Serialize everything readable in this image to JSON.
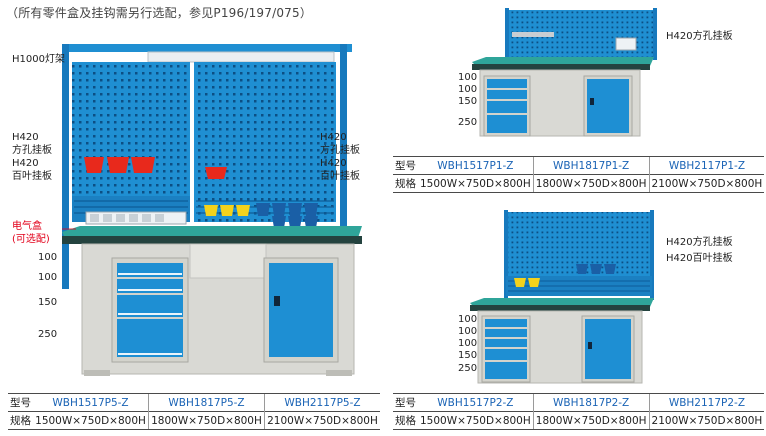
{
  "note": "（所有零件盒及挂钩需另行选配，参见P196/197/075）",
  "left_panel": {
    "lamp_label": "H1000灯架",
    "left_board_label": [
      "H420",
      "方孔挂板",
      "H420",
      "百叶挂板"
    ],
    "right_board_label": [
      "H420",
      "方孔挂板",
      "H420",
      "百叶挂板"
    ],
    "electric_box_label": [
      "电气盒",
      "(可选配)"
    ],
    "drawer_heights": [
      "100",
      "100",
      "150",
      "250"
    ],
    "spec": {
      "row1_head": "型号",
      "row2_head": "规格",
      "models": [
        "WBH1517P5-Z",
        "WBH1817P5-Z",
        "WBH2117P5-Z"
      ],
      "sizes": [
        "1500W×750D×800H",
        "1800W×750D×800H",
        "2100W×750D×800H"
      ]
    }
  },
  "top_right_panel": {
    "board_label": "H420方孔挂板",
    "drawer_heights": [
      "100",
      "100",
      "150",
      "250"
    ],
    "spec": {
      "row1_head": "型号",
      "row2_head": "规格",
      "models": [
        "WBH1517P1-Z",
        "WBH1817P1-Z",
        "WBH2117P1-Z"
      ],
      "sizes": [
        "1500W×750D×800H",
        "1800W×750D×800H",
        "2100W×750D×800H"
      ]
    }
  },
  "bottom_right_panel": {
    "board_label": [
      "H420方孔挂板",
      "H420百叶挂板"
    ],
    "drawer_heights": [
      "100",
      "100",
      "100",
      "150",
      "250"
    ],
    "spec": {
      "row1_head": "型号",
      "row2_head": "规格",
      "models": [
        "WBH1517P2-Z",
        "WBH1817P2-Z",
        "WBH2117P2-Z"
      ],
      "sizes": [
        "1500W×750D×800H",
        "1800W×750D×800H",
        "2100W×750D×800H"
      ]
    }
  },
  "colors": {
    "board_blue": "#1f8fd2",
    "cabinet_blue": "#1e8fd3",
    "frame_grey": "#d9d9d4",
    "top_green": "#2fa59a",
    "bin_red": "#e8291c",
    "bin_yellow": "#f4d21c",
    "model_blue": "#1a63b5"
  }
}
